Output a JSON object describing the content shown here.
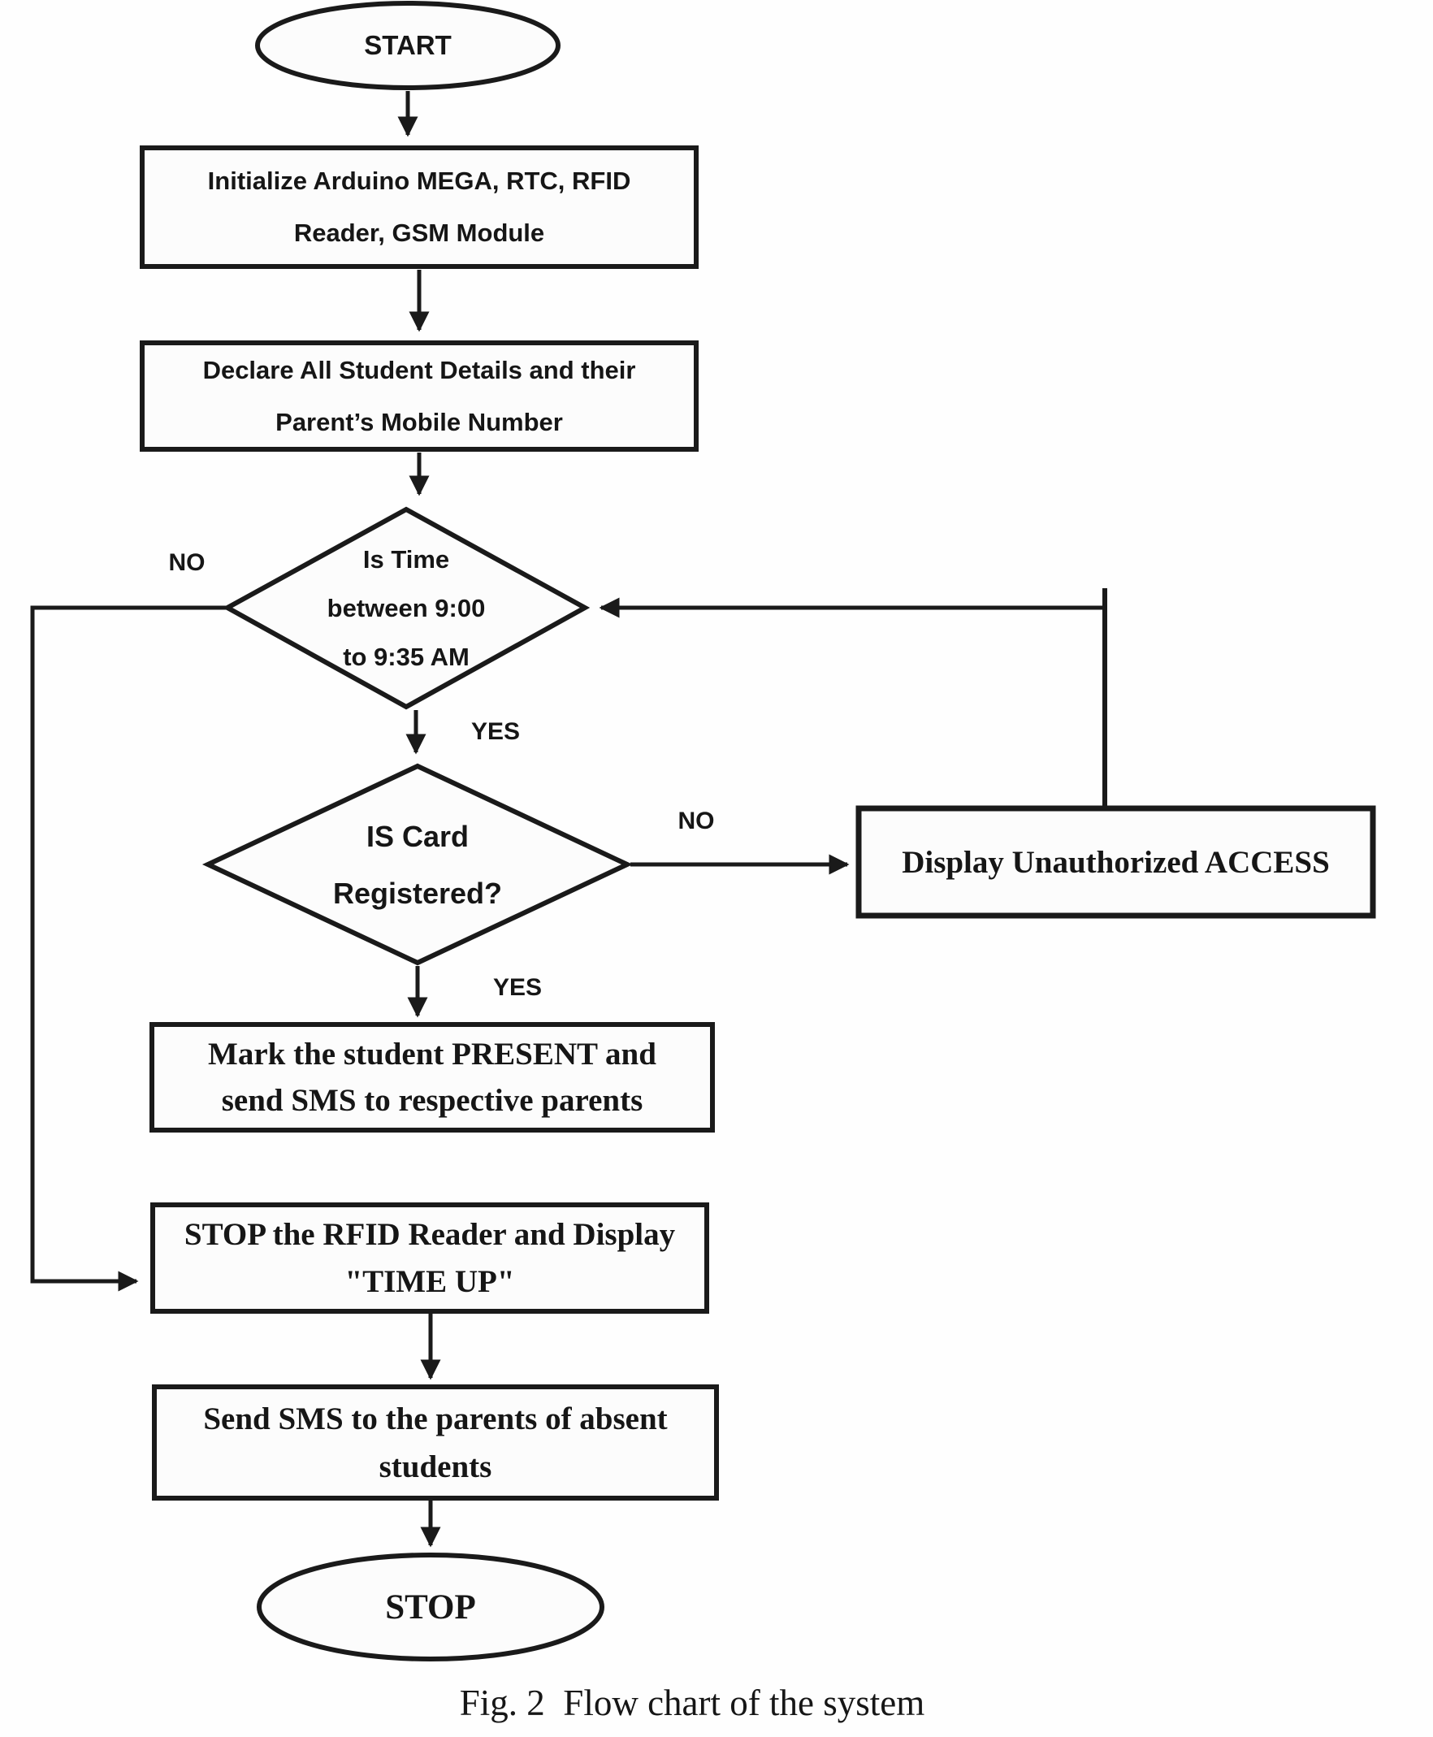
{
  "figure": {
    "caption": "Fig. 2  Flow chart of the system"
  },
  "colors": {
    "ink": "#1a1a1a",
    "background": "#fefefe",
    "node_fill": "#fcfcfc"
  },
  "flowchart": {
    "nodes": {
      "start": {
        "type": "terminator",
        "label": "START"
      },
      "init": {
        "type": "process",
        "label": [
          "Initialize Arduino MEGA, RTC, RFID",
          "Reader, GSM Module"
        ]
      },
      "declare": {
        "type": "process",
        "label": [
          "Declare All Student Details and their",
          "Parent’s Mobile Number"
        ]
      },
      "time_check": {
        "type": "decision",
        "label": [
          "Is Time",
          "between 9:00",
          "to 9:35 AM"
        ]
      },
      "card_check": {
        "type": "decision",
        "label": [
          "IS Card",
          "Registered?"
        ]
      },
      "unauthorized": {
        "type": "process",
        "label": "Display Unauthorized ACCESS"
      },
      "mark_present": {
        "type": "process",
        "label": [
          "Mark the student PRESENT and",
          "send SMS to respective parents"
        ]
      },
      "stop_reader": {
        "type": "process",
        "label": [
          "STOP the RFID Reader and Display",
          "\"TIME UP\""
        ]
      },
      "send_absent": {
        "type": "process",
        "label": [
          "Send SMS to the parents of absent",
          "students"
        ]
      },
      "stop": {
        "type": "terminator",
        "label": "STOP"
      }
    },
    "edge_labels": {
      "time_no": "NO",
      "time_yes": "YES",
      "card_no": "NO",
      "card_yes": "YES"
    }
  }
}
